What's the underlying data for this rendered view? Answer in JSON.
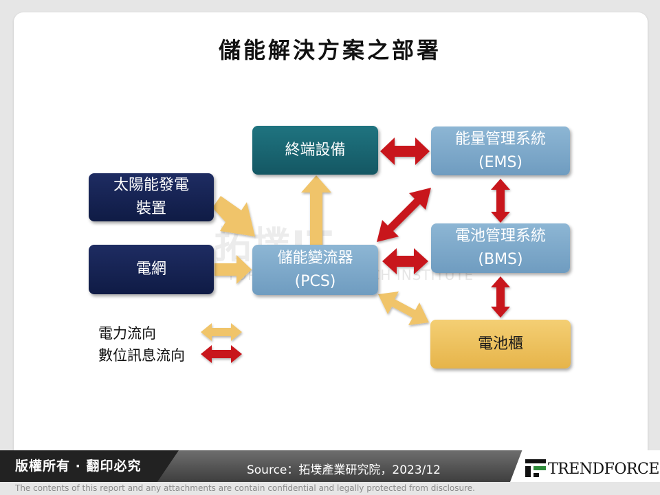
{
  "title": "儲能解決方案之部署",
  "nodes": {
    "solar": {
      "line1": "太陽能發電",
      "line2": "裝置"
    },
    "grid": {
      "label": "電網"
    },
    "terminal": {
      "label": "終端設備"
    },
    "pcs": {
      "line1": "儲能變流器",
      "line2": "(PCS)"
    },
    "ems": {
      "line1": "能量管理系統",
      "line2": "(EMS)"
    },
    "bms": {
      "line1": "電池管理系統",
      "line2": "(BMS)"
    },
    "cabinet": {
      "label": "電池櫃"
    }
  },
  "legend": {
    "power_flow": "電力流向",
    "data_flow": "數位訊息流向"
  },
  "colors": {
    "power_arrow": "#f0c46a",
    "data_arrow": "#c8161d",
    "navy": "#14214f",
    "teal": "#1a6874",
    "blue": "#7fa9ca",
    "gold": "#ecc15a"
  },
  "watermark": {
    "main": "拓墣IT",
    "sub": "TOPOLOGY RESEARCH INSTITUTE"
  },
  "footer": {
    "copyright": "版權所有 · 翻印必究",
    "source": "Source：拓墣產業研究院，2023/12",
    "brand": "TRENDFORCE",
    "disclaimer": "The contents of this report and any attachments are contain confidential and legally protected from disclosure."
  }
}
